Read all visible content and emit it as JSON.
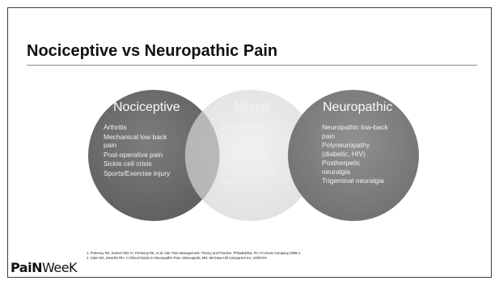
{
  "title": "Nociceptive vs Neuropathic Pain",
  "circles": {
    "nociceptive": {
      "title": "Nociceptive",
      "items": [
        "Arthritis",
        "Mechanical low back pain",
        "Post-operative pain",
        "Sickle cell crisis",
        "Sports/Exercise injury"
      ]
    },
    "mixed": {
      "title": "Mixed",
      "items": [
        "Fibromyalgia",
        "Headache",
        "Low back pain",
        "Myofascial pain syndrome",
        "Complex regional pain"
      ]
    },
    "neuropathic": {
      "title": "Neuropathic",
      "items": [
        "Neuropathic low-back pain",
        "Polyneuropathy (diabetic, HIV)",
        "Postherpetic neuralgia",
        "Trigeminal neuralgia"
      ]
    }
  },
  "references": [
    "1.   Portenoy RK, Kanner RM. In: Portenoy RK, et al, eds. Pain Management: Theory and Practice. Philadelphia, PA: FA Davis Company;1996:4.",
    "2.   Galer BS, Dworkin RH. A Clinical Guide to Neuropathic Pain. Minneapolis, MN: McGraw-Hill Companies Inc; 2000:8-9."
  ],
  "logo": {
    "part1": "PaiN",
    "part2": "WeeK"
  },
  "colors": {
    "nociceptive": "#6b6b6b",
    "mixed": "#e6e6e6",
    "neuropathic": "#7b7b7b"
  }
}
